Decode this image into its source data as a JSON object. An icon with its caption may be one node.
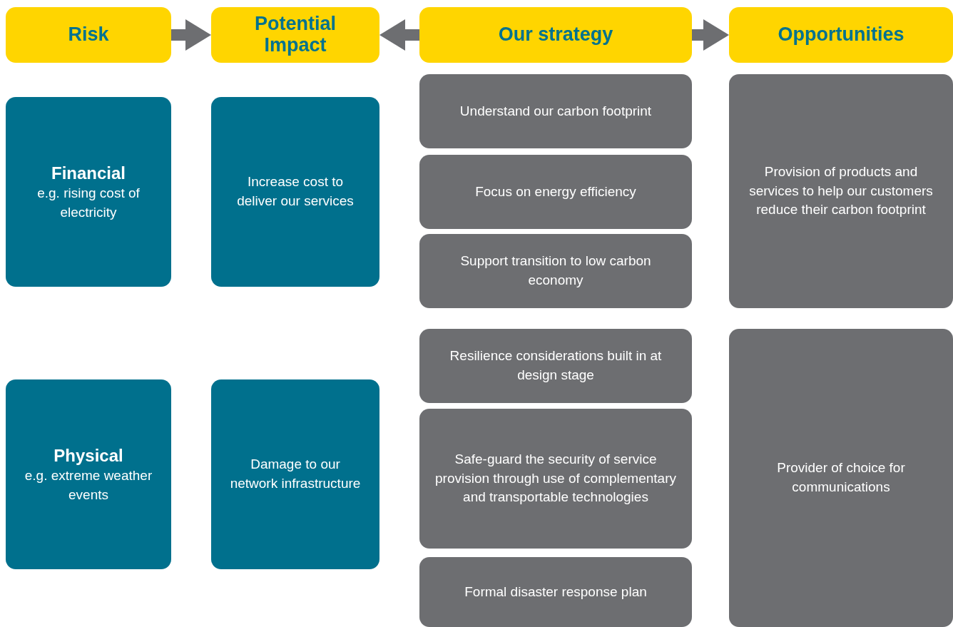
{
  "diagram": {
    "nodes": [
      {
        "text": [
          "Risk"
        ]
      },
      {
        "text": [
          "Potential Impact"
        ]
      },
      {
        "text": [
          "Our strategy"
        ]
      },
      {
        "text": [
          "Opportunities"
        ]
      },
      {
        "text": [
          "Financial",
          "e.g. rising cost of electricity"
        ]
      },
      {
        "text": [
          "Increase cost to deliver our services"
        ]
      },
      {
        "text": [
          "Understand our carbon footprint"
        ]
      },
      {
        "text": [
          "Focus on energy efficiency"
        ]
      },
      {
        "text": [
          "Support transition to low carbon economy"
        ]
      },
      {
        "text": [
          "Provision of products and services to help our customers reduce their carbon footprint"
        ]
      },
      {
        "text": [
          "Physical",
          "e.g. extreme weather events"
        ]
      },
      {
        "text": [
          "Damage to our network infrastructure"
        ]
      },
      {
        "text": [
          "Resilience considerations built in at design stage"
        ]
      },
      {
        "text": [
          "Safe-guard the security of service provision through use of complementary and transportable technologies"
        ]
      },
      {
        "text": [
          "Formal disaster response plan"
        ]
      },
      {
        "text": [
          "Provider of choice for communications"
        ]
      }
    ],
    "edges": [
      {
        "from": 0,
        "to": 1,
        "arrow": "to"
      },
      {
        "from": 2,
        "to": 1,
        "arrow": "to"
      },
      {
        "from": 2,
        "to": 3,
        "arrow": "to"
      }
    ]
  }
}
